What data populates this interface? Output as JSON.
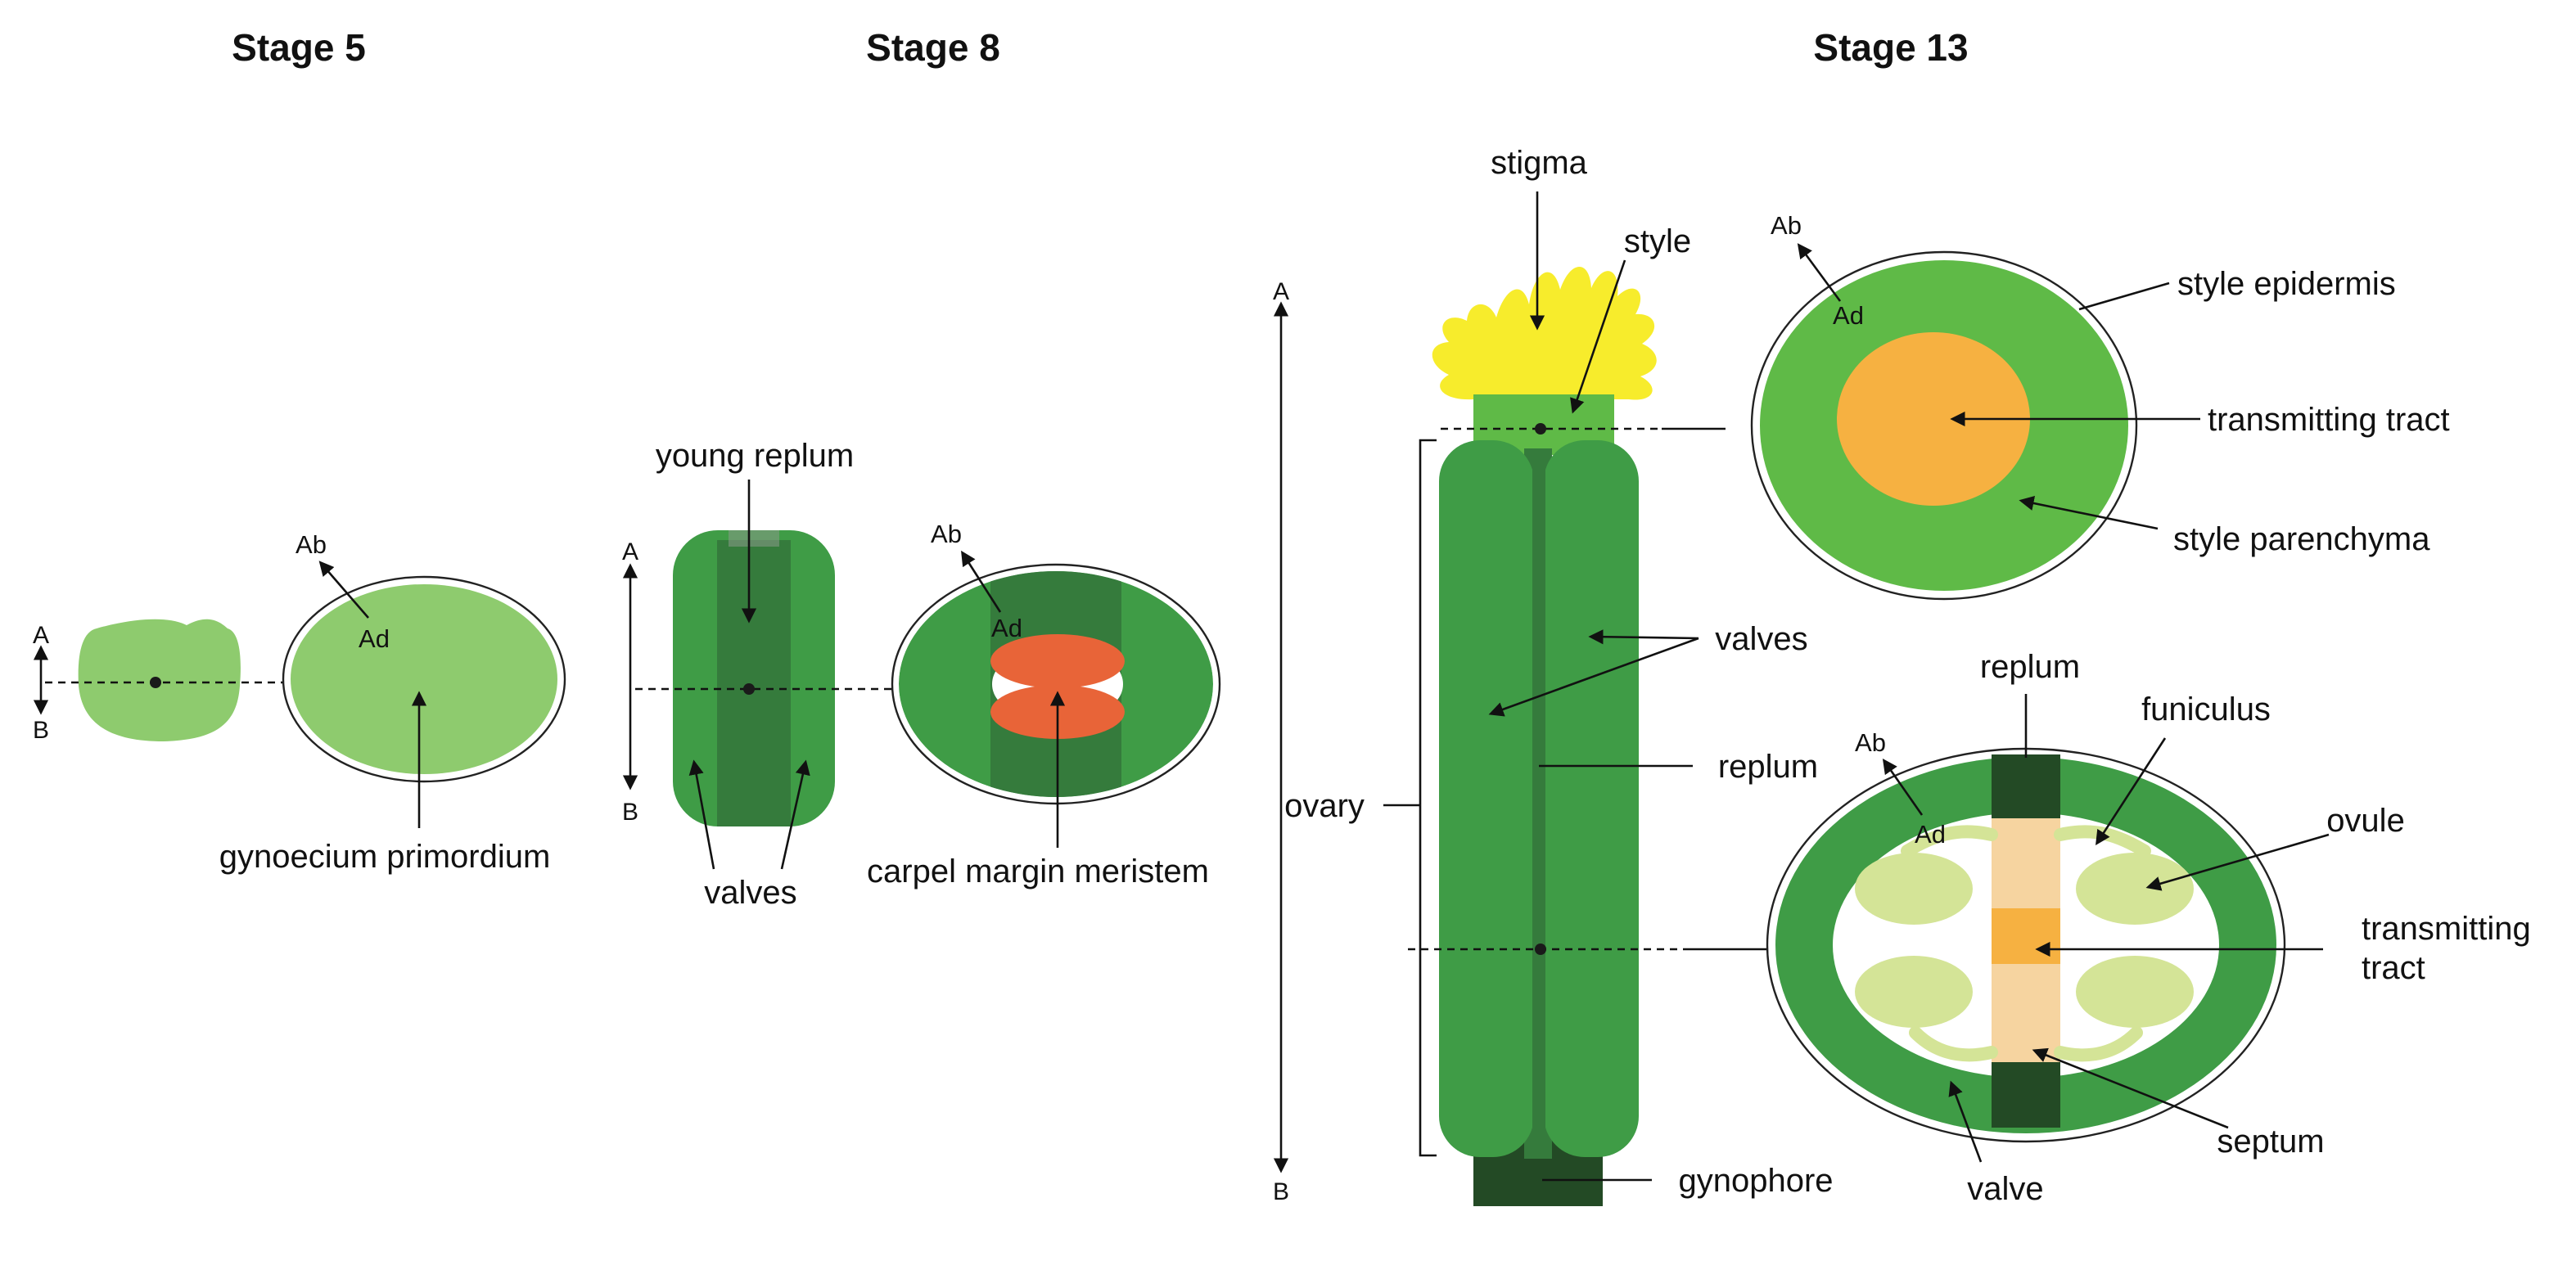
{
  "stages": {
    "stage5": "Stage 5",
    "stage8": "Stage 8",
    "stage13": "Stage 13"
  },
  "axis": {
    "apical": "A",
    "basal": "B",
    "abaxial": "Ab",
    "adaxial": "Ad"
  },
  "labels": {
    "gynoecium_primordium": "gynoecium primordium",
    "young_replum": "young replum",
    "valves_stage8": "valves",
    "carpel_margin_meristem": "carpel margin meristem",
    "stigma": "stigma",
    "style": "style",
    "style_epidermis": "style epidermis",
    "transmitting_tract_style": "transmitting tract",
    "style_parenchyma": "style parenchyma",
    "valves_stage13": "valves",
    "replum_long": "replum",
    "ovary": "ovary",
    "gynophore": "gynophore",
    "replum_cross": "replum",
    "funiculus": "funiculus",
    "ovule": "ovule",
    "transmitting_tract_ovary_line1": "transmitting",
    "transmitting_tract_ovary_line2": "tract",
    "septum": "septum",
    "valve": "valve"
  },
  "colors": {
    "light_green": "#8ECB6E",
    "medium_green": "#3F9C46",
    "dark_green": "#357B3C",
    "darkest_green": "#234A25",
    "bright_green": "#5FBA47",
    "orange_red": "#E86438",
    "yellow": "#F7EC2C",
    "orange": "#F6B141",
    "peach": "#F6D4A0",
    "pale_green": "#D4E497"
  }
}
